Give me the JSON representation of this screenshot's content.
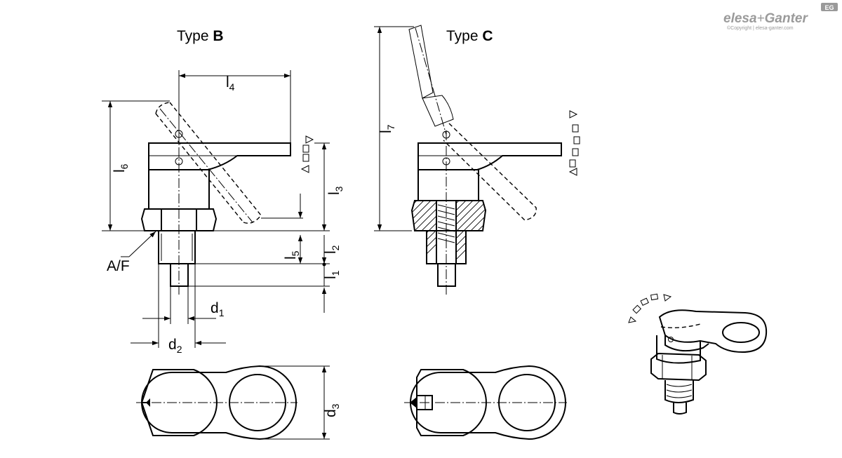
{
  "brand": {
    "logo_left": "elesa",
    "logo_plus": "+",
    "logo_right": "Ganter",
    "badge": "EG",
    "copyright": "©Copyright | elesa-ganter.com"
  },
  "views": {
    "type_b": {
      "label_prefix": "Type ",
      "label_letter": "B"
    },
    "type_c": {
      "label_prefix": "Type ",
      "label_letter": "C"
    }
  },
  "dimensions": {
    "l4": {
      "base": "l",
      "sub": "4"
    },
    "l6": {
      "base": "l",
      "sub": "6"
    },
    "l3": {
      "base": "l",
      "sub": "3"
    },
    "l5": {
      "base": "l",
      "sub": "5"
    },
    "l2": {
      "base": "l",
      "sub": "2"
    },
    "l1": {
      "base": "l",
      "sub": "1"
    },
    "l7": {
      "base": "l",
      "sub": "7"
    },
    "d1": {
      "base": "d",
      "sub": "1"
    },
    "d2": {
      "base": "d",
      "sub": "2"
    },
    "d3": {
      "base": "d",
      "sub": "3"
    },
    "af": "A/F"
  },
  "colors": {
    "line": "#000000",
    "logo": "#9a9a9a",
    "background": "#ffffff"
  }
}
